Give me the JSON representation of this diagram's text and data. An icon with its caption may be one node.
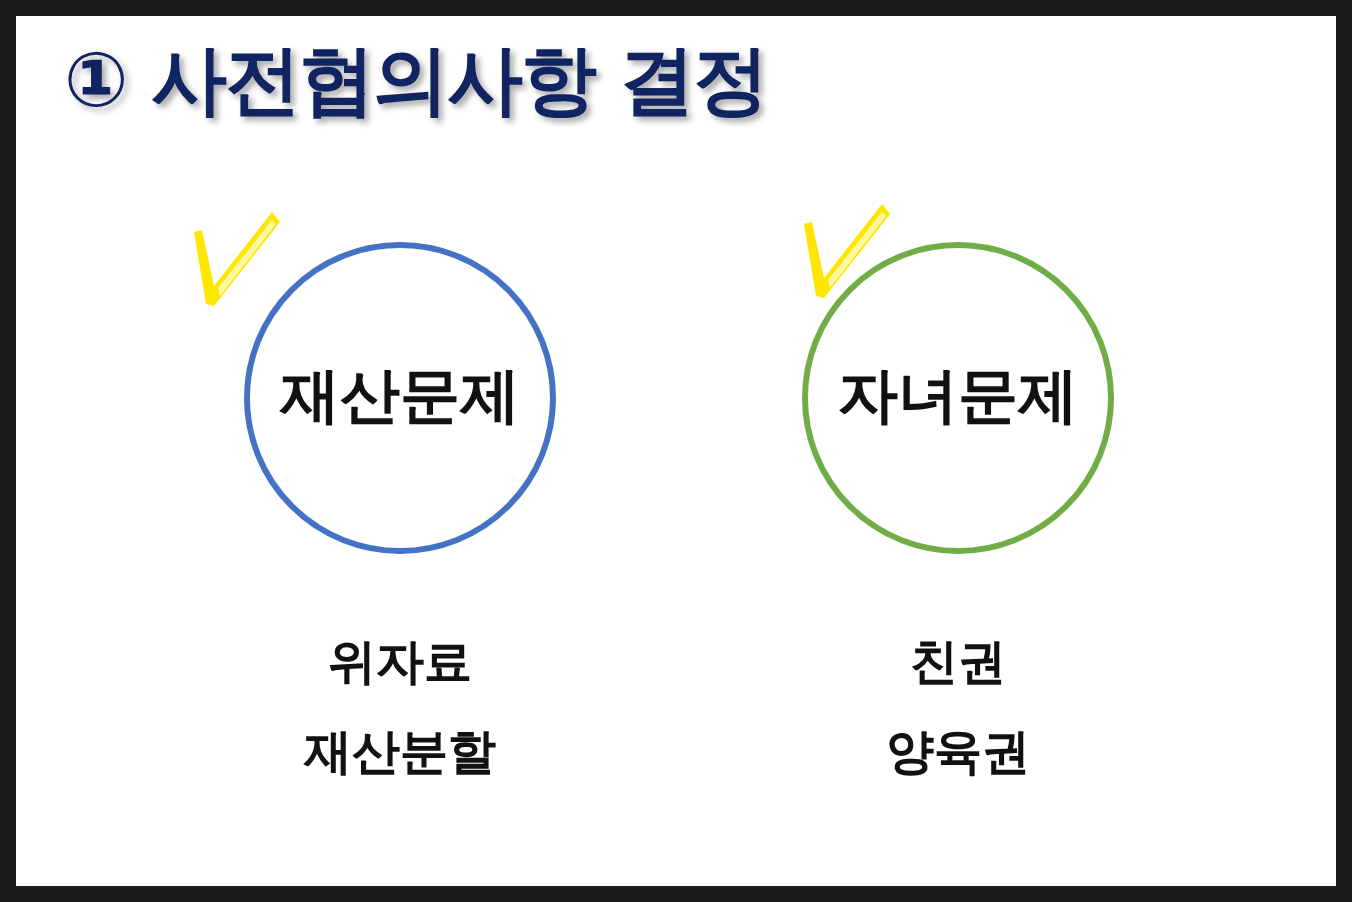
{
  "diagram": {
    "title": "① 사전협의사항 결정",
    "nodes": [
      {
        "text": [
          "재산문제"
        ],
        "beside": [
          "위자료",
          "재산분할"
        ]
      },
      {
        "text": [
          "자녀문제"
        ],
        "beside": [
          "친권",
          "양육권"
        ]
      }
    ]
  }
}
